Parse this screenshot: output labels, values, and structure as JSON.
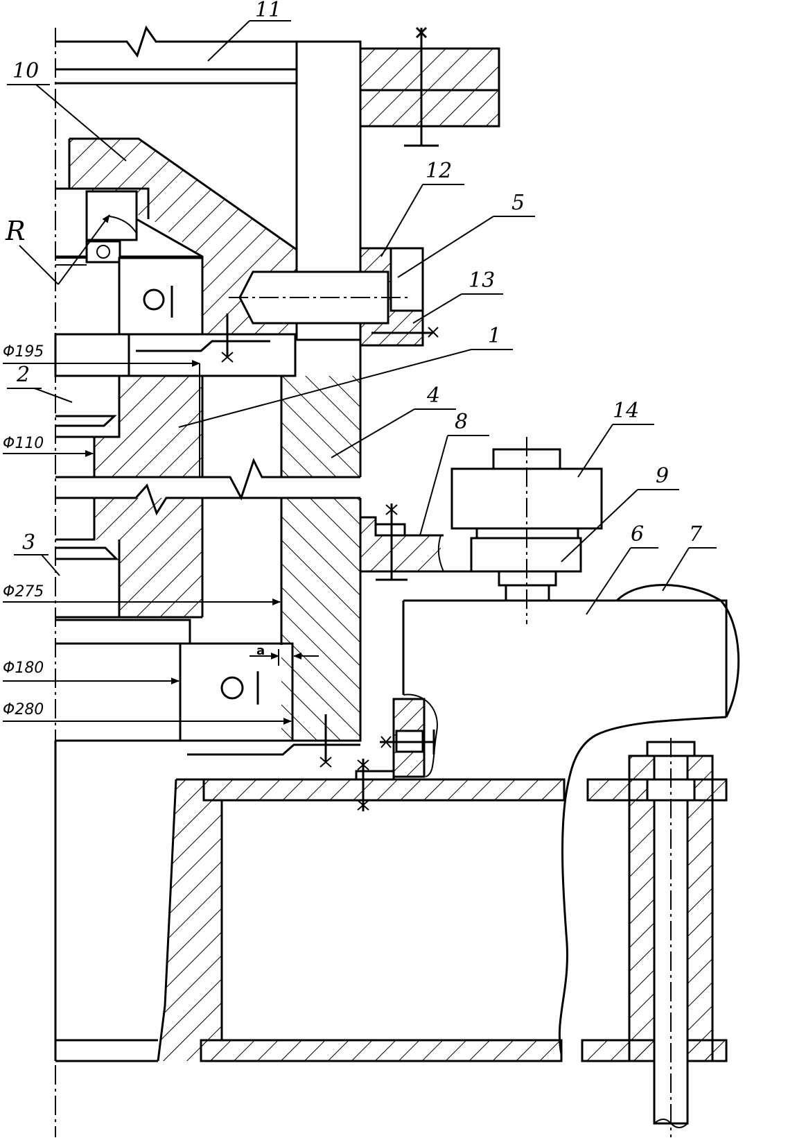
{
  "callouts": {
    "c11": "11",
    "c10": "10",
    "c12": "12",
    "c5": "5",
    "c13": "13",
    "c1": "1",
    "c2": "2",
    "c4": "4",
    "c8": "8",
    "c14": "14",
    "c9": "9",
    "c6": "6",
    "c7": "7",
    "c3": "3"
  },
  "radius_label": "R",
  "dimensions": {
    "d195": "Φ195",
    "d110": "Φ110",
    "d275": "Φ275",
    "d180": "Φ180",
    "d280": "Φ280",
    "gap_a": "a"
  },
  "colors": {
    "ink": "#000000",
    "paper": "#ffffff"
  }
}
